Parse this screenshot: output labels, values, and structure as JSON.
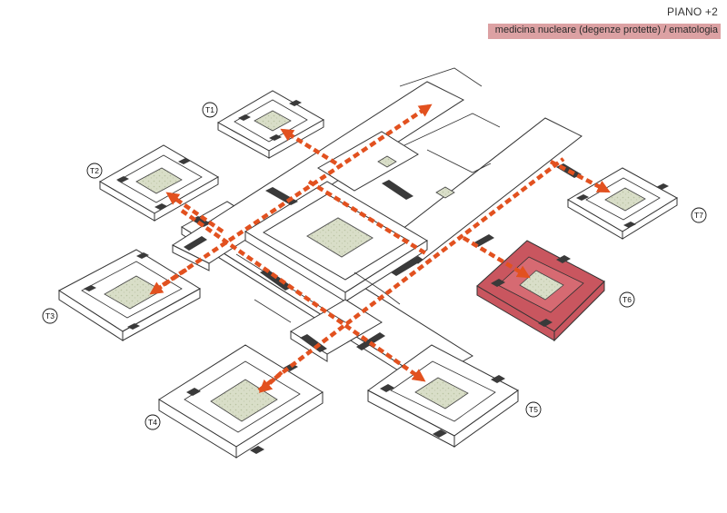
{
  "header": {
    "floor": "PIANO +2",
    "department": "medicina nucleare (degenze protette) / ematologia"
  },
  "colors": {
    "route": "#e2511f",
    "highlight": "#c9565f",
    "courtyard": "#d6dcc4",
    "technical": "#3a3a3a",
    "band": "#dca1a3"
  },
  "towers": [
    {
      "id": "t1",
      "label": "T1",
      "highlight": false
    },
    {
      "id": "t2",
      "label": "T2",
      "highlight": false
    },
    {
      "id": "t3",
      "label": "T3",
      "highlight": false
    },
    {
      "id": "t4",
      "label": "T4",
      "highlight": false
    },
    {
      "id": "t5",
      "label": "T5",
      "highlight": false
    },
    {
      "id": "t6",
      "label": "T6",
      "highlight": true
    },
    {
      "id": "t7",
      "label": "T7",
      "highlight": false
    }
  ]
}
